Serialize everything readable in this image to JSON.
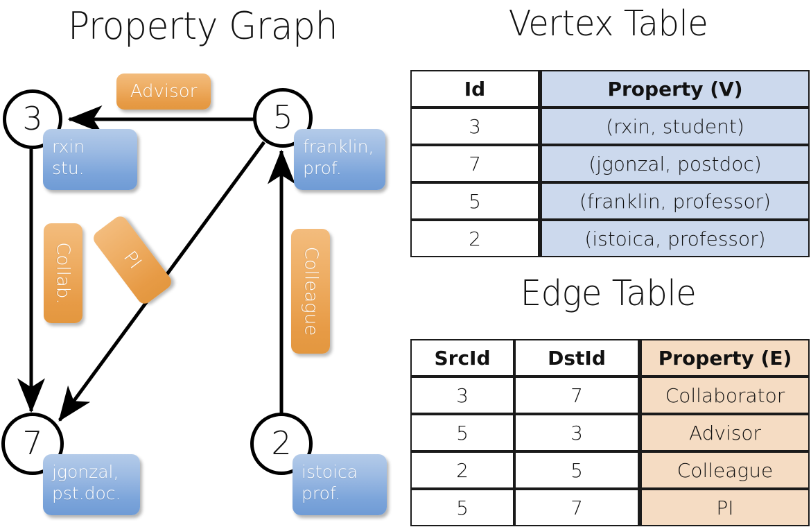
{
  "titles": {
    "property_graph": "Property Graph",
    "vertex_table": "Vertex Table",
    "edge_table": "Edge Table"
  },
  "graph": {
    "nodes": [
      {
        "id": "3",
        "property_lines": [
          "rxin",
          "stu."
        ]
      },
      {
        "id": "5",
        "property_lines": [
          "franklin,",
          "prof."
        ]
      },
      {
        "id": "7",
        "property_lines": [
          "jgonzal,",
          "pst.doc."
        ]
      },
      {
        "id": "2",
        "property_lines": [
          "istoica",
          "prof."
        ]
      }
    ],
    "edge_labels": [
      {
        "name": "advisor",
        "text": "Advisor"
      },
      {
        "name": "collaborator",
        "text": "Collab."
      },
      {
        "name": "pi",
        "text": "PI"
      },
      {
        "name": "colleague",
        "text": "Colleague"
      }
    ]
  },
  "vertex_table": {
    "headers": [
      "Id",
      "Property (V)"
    ],
    "rows": [
      {
        "id": "3",
        "property": "(rxin, student)"
      },
      {
        "id": "7",
        "property": "(jgonzal, postdoc)"
      },
      {
        "id": "5",
        "property": "(franklin, professor)"
      },
      {
        "id": "2",
        "property": "(istoica, professor)"
      }
    ]
  },
  "edge_table": {
    "headers": [
      "SrcId",
      "DstId",
      "Property (E)"
    ],
    "rows": [
      {
        "src": "3",
        "dst": "7",
        "property": "Collaborator"
      },
      {
        "src": "5",
        "dst": "3",
        "property": "Advisor"
      },
      {
        "src": "2",
        "dst": "5",
        "property": "Colleague"
      },
      {
        "src": "5",
        "dst": "7",
        "property": "PI"
      }
    ]
  },
  "colors": {
    "vertex_property_fill": "#ccd9ed",
    "edge_property_fill": "#f5dcc3",
    "node_chip_blue": "#7ba4da",
    "edge_chip_orange": "#eead63",
    "stroke": "#000000"
  }
}
